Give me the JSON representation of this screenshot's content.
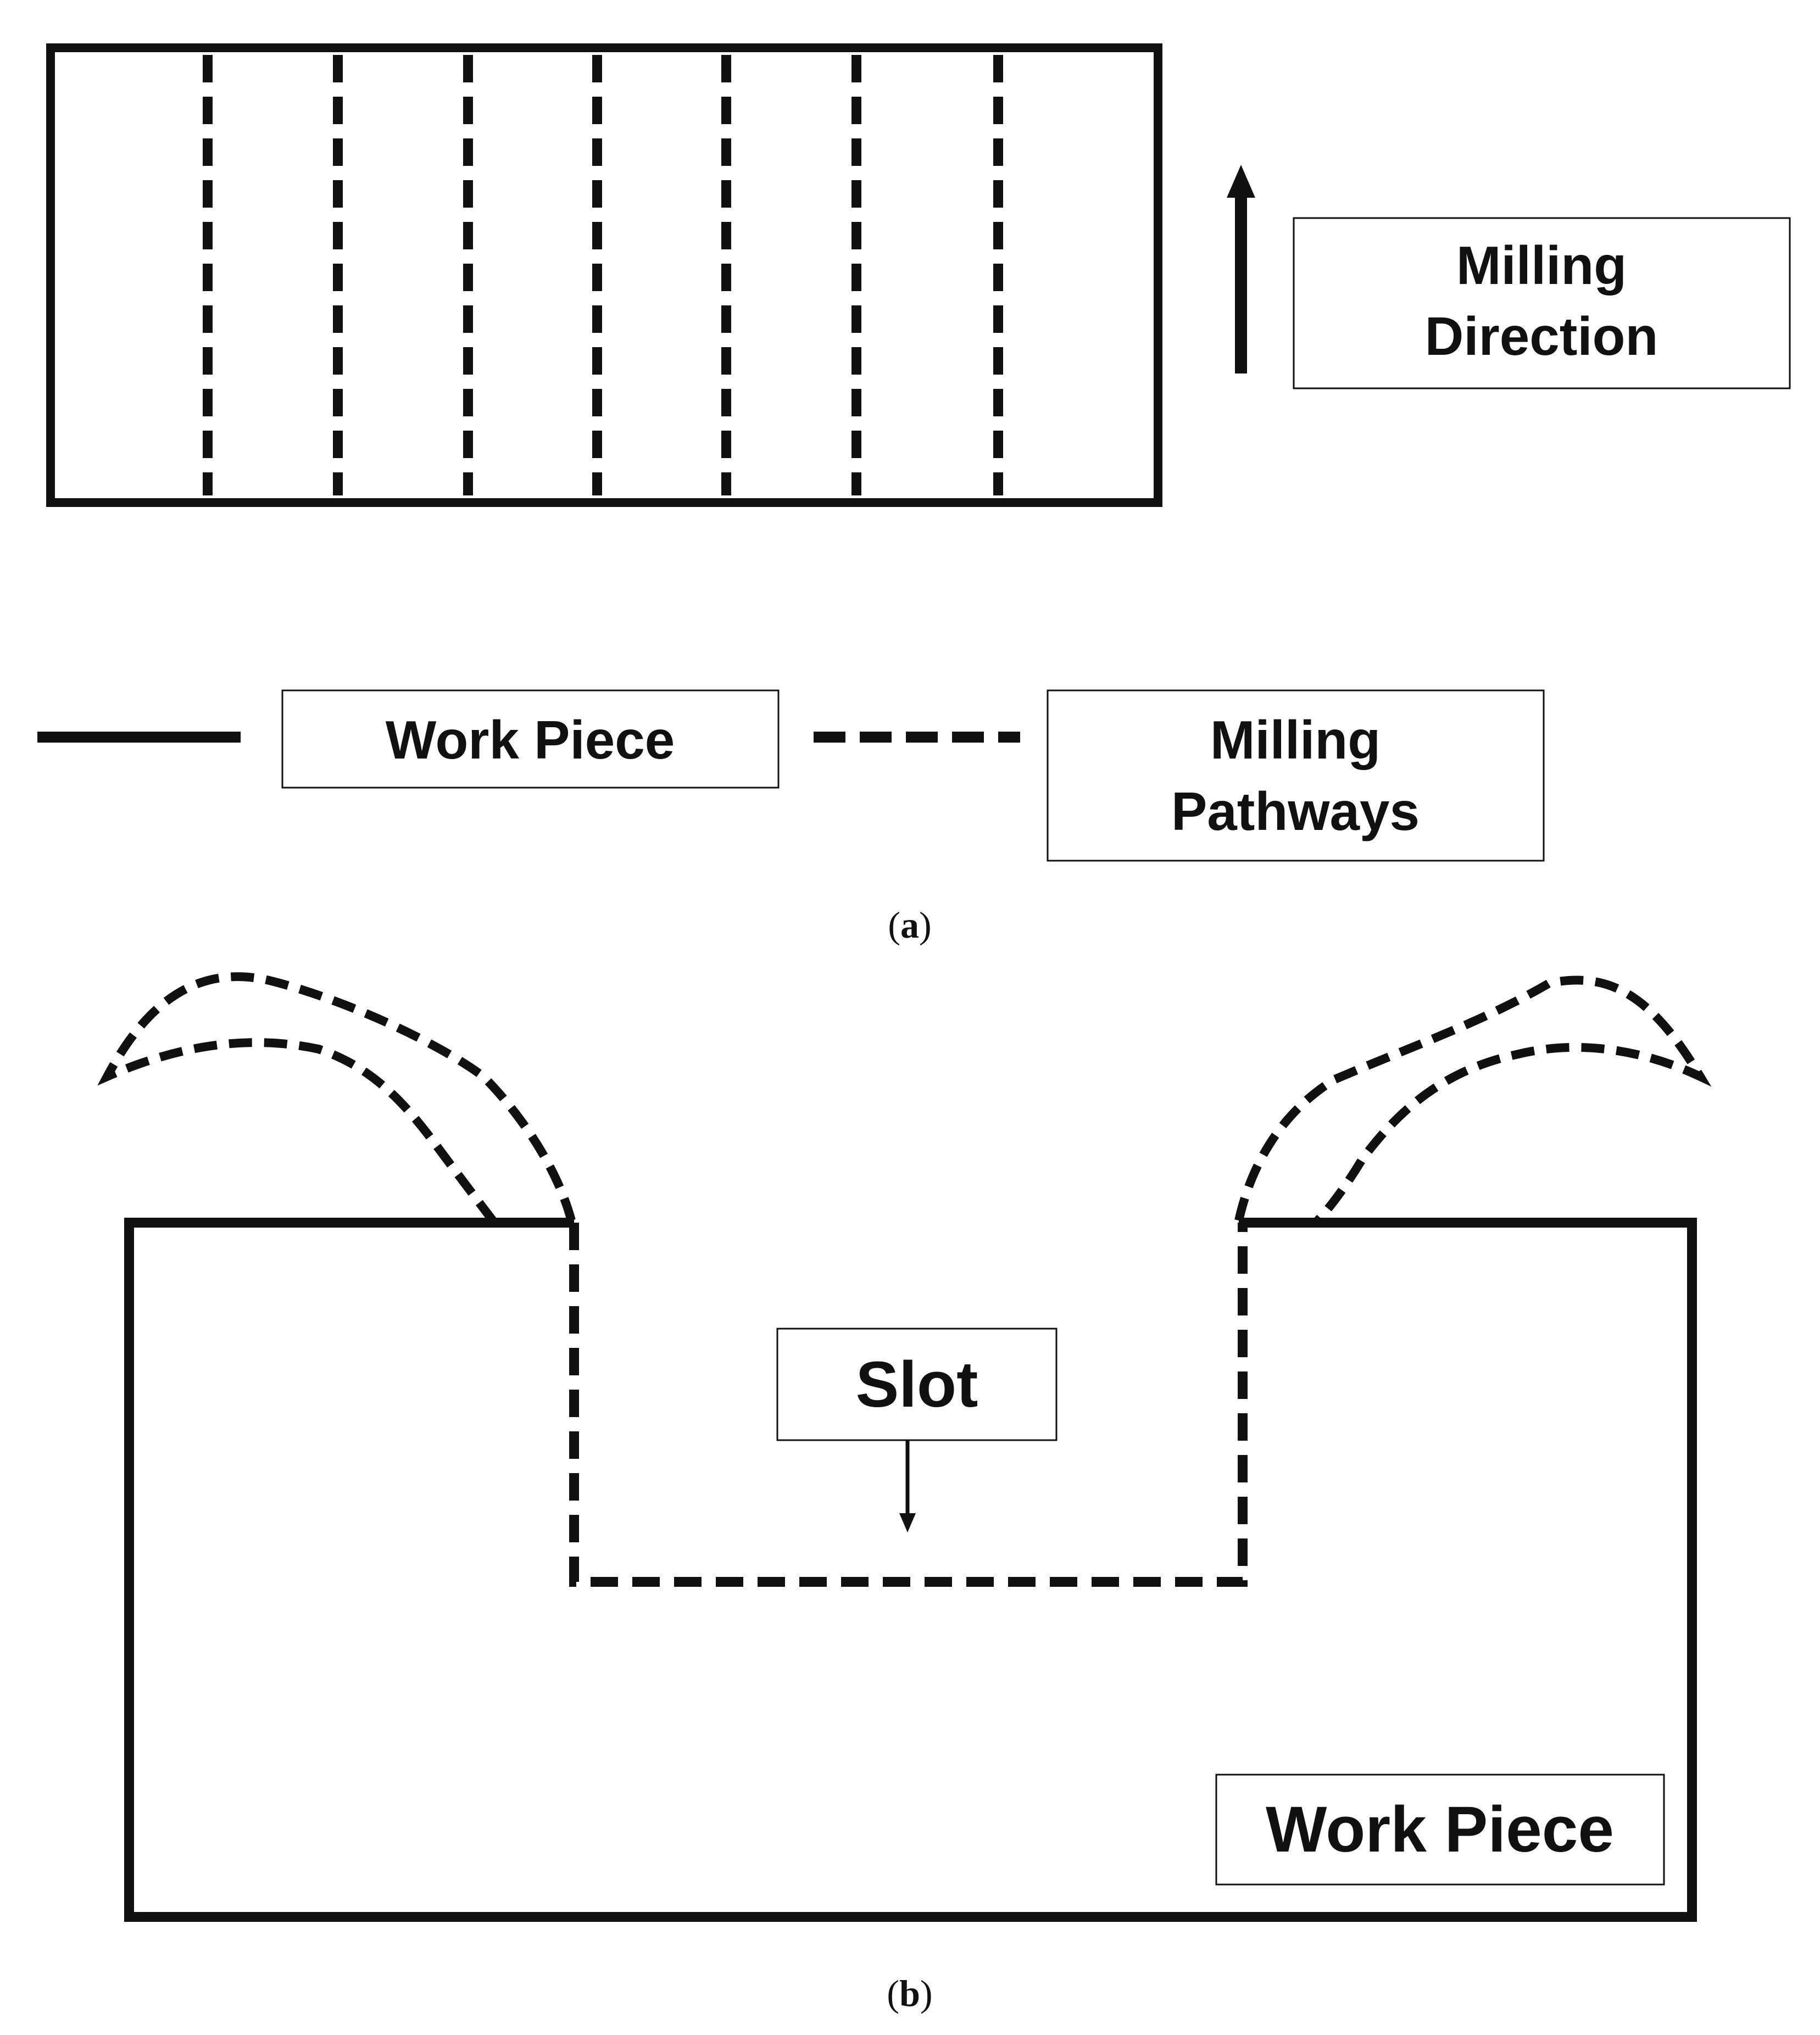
{
  "panel_a": {
    "direction_label": [
      "Milling",
      "Direction"
    ],
    "legend": {
      "solid_label": "Work Piece",
      "dashed_label": [
        "Milling",
        "Pathways"
      ]
    },
    "caption": {
      "open": "(",
      "letter": "a",
      "close": ")"
    }
  },
  "panel_b": {
    "slot_label": "Slot",
    "workpiece_label": "Work Piece",
    "caption": {
      "open": "(",
      "letter": "b",
      "close": ")"
    }
  },
  "colors": {
    "ink": "#111111",
    "background": "#ffffff"
  }
}
